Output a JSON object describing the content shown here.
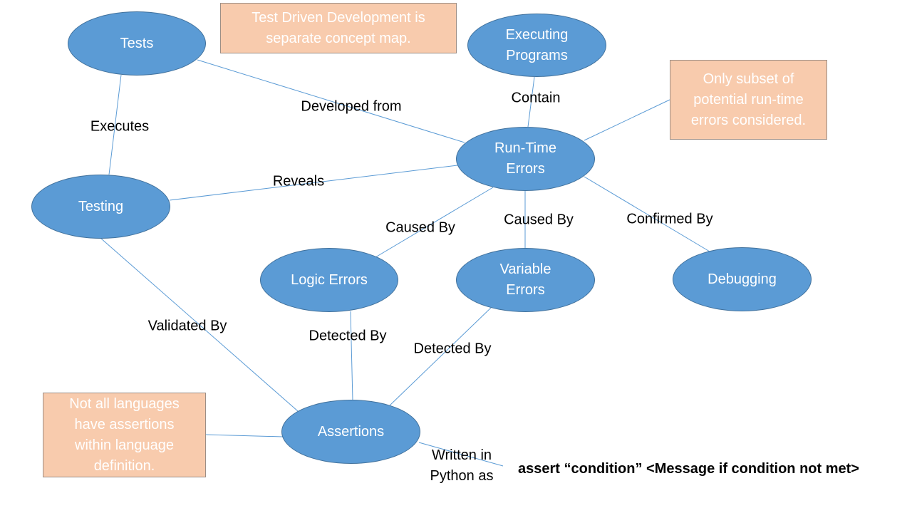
{
  "colors": {
    "node_fill": "#5b9bd5",
    "node_border": "#41719c",
    "note_fill": "#f8cbad",
    "edge_line": "#5b9bd5"
  },
  "nodes": {
    "tests": "Tests",
    "executing_programs": "Executing\nPrograms",
    "run_time_errors": "Run-Time\nErrors",
    "testing": "Testing",
    "logic_errors": "Logic Errors",
    "variable_errors": "Variable\nErrors",
    "debugging": "Debugging",
    "assertions": "Assertions"
  },
  "notes": {
    "tdd": "Test Driven Development is\nseparate concept map.",
    "subset": "Only subset of\npotential run-time\nerrors considered.",
    "languages": "Not all languages\nhave assertions\nwithin language\ndefinition."
  },
  "labels": {
    "executes": "Executes",
    "developed_from": "Developed from",
    "contain": "Contain",
    "reveals": "Reveals",
    "caused_by_logic": "Caused By",
    "caused_by_variable": "Caused By",
    "confirmed_by": "Confirmed By",
    "validated_by": "Validated By",
    "detected_by_logic": "Detected By",
    "detected_by_variable": "Detected By",
    "written_in_python": "Written in\nPython as"
  },
  "code": {
    "assert_syntax": "assert “condition”  <Message if condition not met>"
  }
}
